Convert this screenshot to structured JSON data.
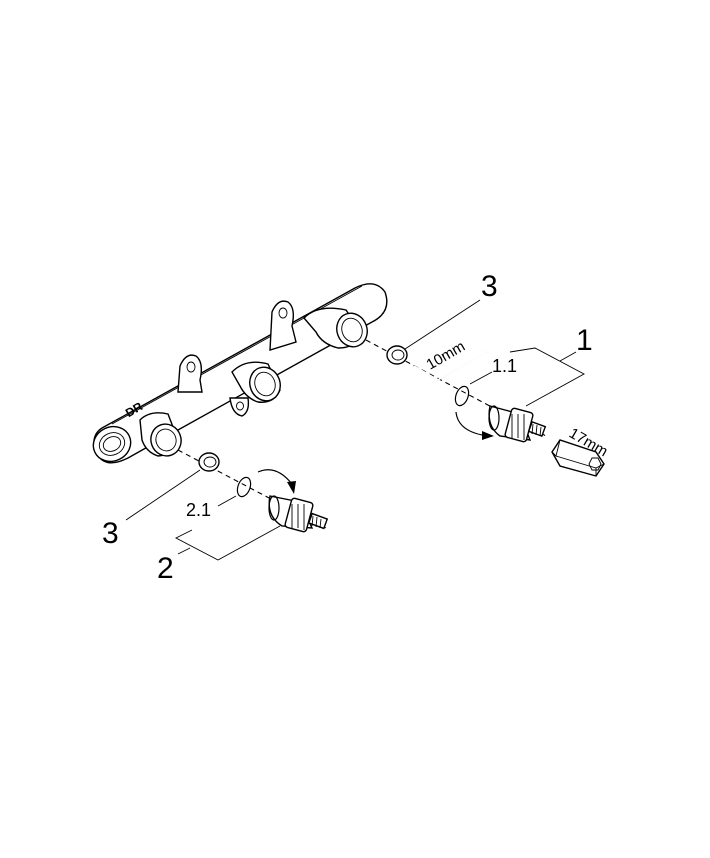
{
  "diagram": {
    "type": "exploded-parts-view",
    "background": "#ffffff",
    "line_color": "#000000",
    "callouts": [
      {
        "id": "callout-1",
        "label": "1",
        "part": "right cartridge valve assembly"
      },
      {
        "id": "callout-1-1",
        "label": "1.1",
        "part": "right O-ring seal"
      },
      {
        "id": "callout-2",
        "label": "2",
        "part": "left cartridge valve assembly"
      },
      {
        "id": "callout-2-1",
        "label": "2.1",
        "part": "left O-ring seal"
      },
      {
        "id": "callout-3-top",
        "label": "3",
        "part": "right threaded plug insert"
      },
      {
        "id": "callout-3-bottom",
        "label": "3",
        "part": "left threaded plug insert"
      }
    ],
    "tool_labels": [
      {
        "id": "hex-key",
        "label": "10mm",
        "part": "hex key (allen wrench)"
      },
      {
        "id": "socket",
        "label": "17mm",
        "part": "hex socket"
      }
    ],
    "body_marking": "DR"
  }
}
